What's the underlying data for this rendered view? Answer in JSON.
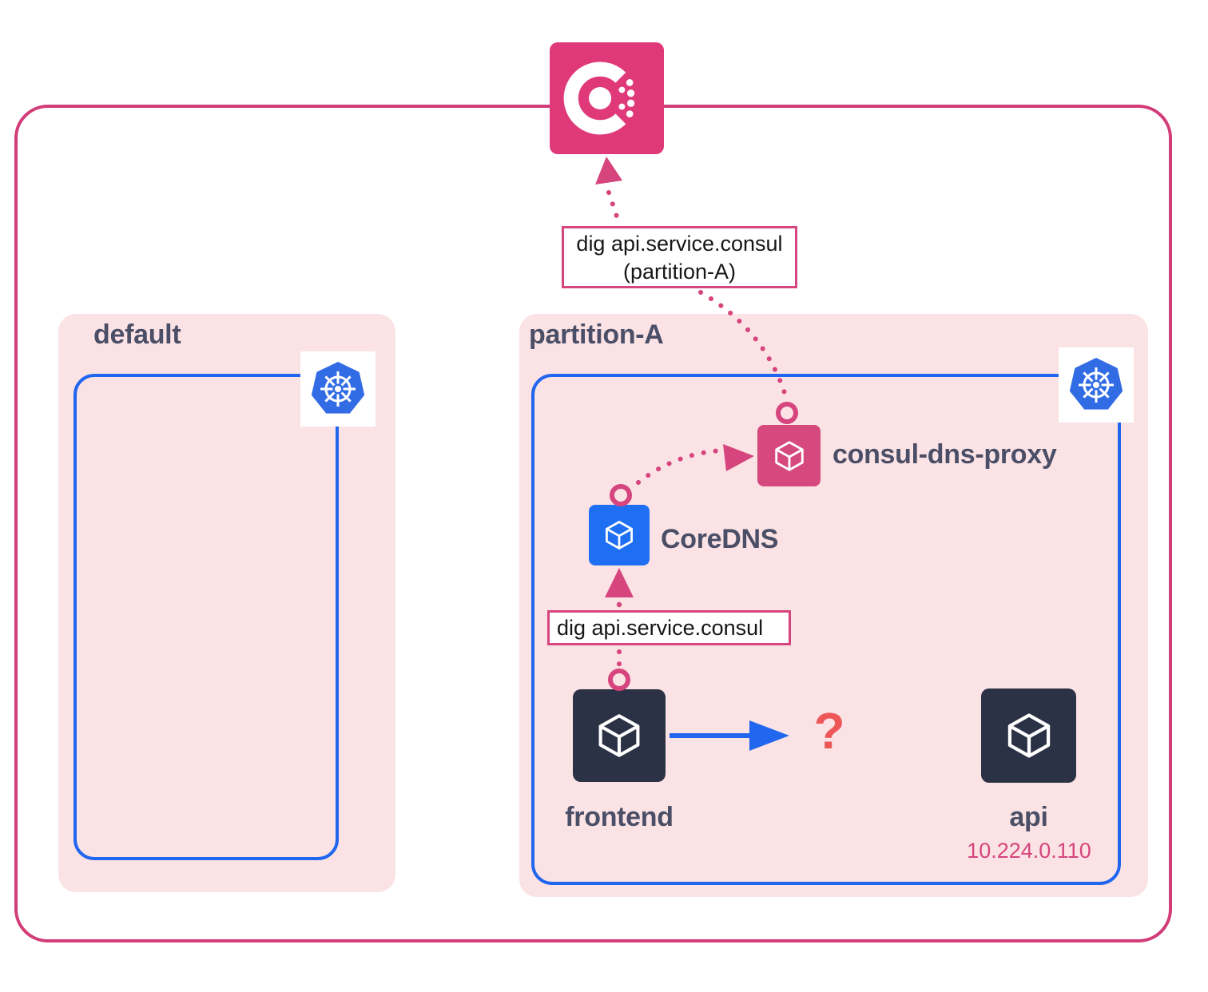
{
  "clusters": {
    "default": {
      "title": "default"
    },
    "partition_a": {
      "title": "partition-A"
    }
  },
  "nodes": {
    "consul_dns_proxy": {
      "label": "consul-dns-proxy"
    },
    "coredns": {
      "label": "CoreDNS"
    },
    "frontend": {
      "label": "frontend"
    },
    "api": {
      "label": "api",
      "ip": "10.224.0.110"
    }
  },
  "annotations": {
    "dig_partition_a": {
      "line1": "dig api.service.consul",
      "line2": "(partition-A)"
    },
    "dig_local": {
      "text": "dig api.service.consul"
    },
    "unknown_destination": "?"
  },
  "icons": {
    "consul": "consul-icon",
    "kubernetes": "kubernetes-icon",
    "workload": "cube-icon"
  },
  "colors": {
    "pink_border": "#d23c78",
    "pink_accent": "#d6457d",
    "consul_pink": "#e0397a",
    "node_pink": "#d6497f",
    "blue": "#2166ee",
    "coredns_blue": "#1e6ff2",
    "k8s_blue": "#326ce5",
    "dark_node": "#2b3245",
    "panel_pink": "#fbe3e5",
    "title_text": "#4a4e66",
    "question_red": "#ee5757"
  }
}
